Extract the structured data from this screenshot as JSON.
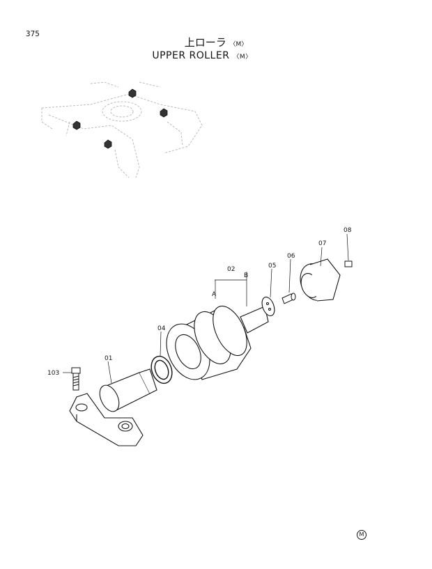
{
  "page_number": "375",
  "title": {
    "jp": "上ローラ",
    "en": "UPPER ROLLER",
    "model_tag": "〈M〉"
  },
  "callouts": {
    "c01": "01",
    "c02": "02",
    "cA": "A",
    "cB": "B",
    "c04": "04",
    "c05": "05",
    "c06": "06",
    "c07": "07",
    "c08": "08",
    "c103": "103"
  },
  "footer_mark": "M"
}
